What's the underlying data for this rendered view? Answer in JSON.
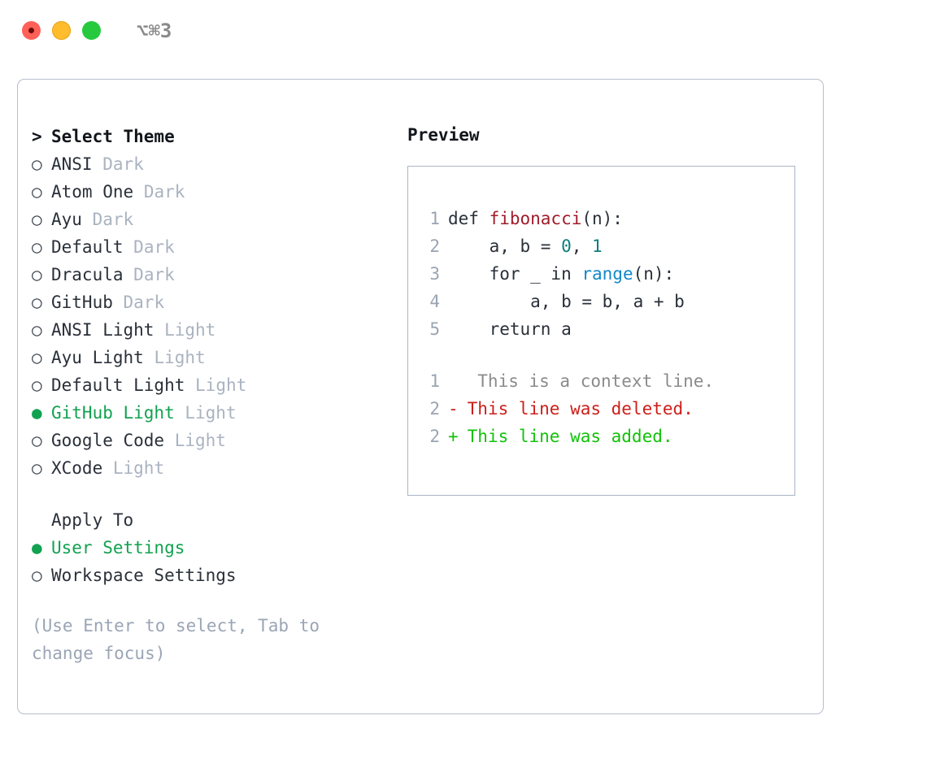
{
  "titlebar": {
    "shortcut": "⌥⌘3",
    "lights": [
      "close-red",
      "minimize-yellow",
      "maximize-green"
    ]
  },
  "theme_list": {
    "header_marker": ">",
    "header_label": "Select Theme",
    "unselected_marker": "○",
    "selected_marker": "●",
    "items": [
      {
        "name": "ANSI",
        "variant": "Dark",
        "selected": false
      },
      {
        "name": "Atom One",
        "variant": "Dark",
        "selected": false
      },
      {
        "name": "Ayu",
        "variant": "Dark",
        "selected": false
      },
      {
        "name": "Default",
        "variant": "Dark",
        "selected": false
      },
      {
        "name": "Dracula",
        "variant": "Dark",
        "selected": false
      },
      {
        "name": "GitHub",
        "variant": "Dark",
        "selected": false
      },
      {
        "name": "ANSI Light",
        "variant": "Light",
        "selected": false
      },
      {
        "name": "Ayu Light",
        "variant": "Light",
        "selected": false
      },
      {
        "name": "Default Light",
        "variant": "Light",
        "selected": false
      },
      {
        "name": "GitHub Light",
        "variant": "Light",
        "selected": true
      },
      {
        "name": "Google Code",
        "variant": "Light",
        "selected": false
      },
      {
        "name": "XCode",
        "variant": "Light",
        "selected": false
      }
    ]
  },
  "apply_to": {
    "header_label": "Apply To",
    "items": [
      {
        "name": "User Settings",
        "selected": true
      },
      {
        "name": "Workspace Settings",
        "selected": false
      }
    ]
  },
  "hint": "(Use Enter to select, Tab to change focus)",
  "preview": {
    "title": "Preview",
    "code_lines": [
      {
        "no": "1",
        "tokens": [
          {
            "t": "def ",
            "c": "code-text"
          },
          {
            "t": "fibonacci",
            "c": "tok-fn"
          },
          {
            "t": "(n):",
            "c": "code-text"
          }
        ]
      },
      {
        "no": "2",
        "tokens": [
          {
            "t": "    a, b = ",
            "c": "code-text"
          },
          {
            "t": "0",
            "c": "tok-num"
          },
          {
            "t": ", ",
            "c": "code-text"
          },
          {
            "t": "1",
            "c": "tok-num"
          }
        ]
      },
      {
        "no": "3",
        "tokens": [
          {
            "t": "    for _ in ",
            "c": "code-text"
          },
          {
            "t": "range",
            "c": "tok-builtin"
          },
          {
            "t": "(n):",
            "c": "code-text"
          }
        ]
      },
      {
        "no": "4",
        "tokens": [
          {
            "t": "        a, b = b, a + b",
            "c": "code-text"
          }
        ]
      },
      {
        "no": "5",
        "tokens": [
          {
            "t": "    return a",
            "c": "code-text"
          }
        ]
      }
    ],
    "diff_lines": [
      {
        "no": "1",
        "sign": " ",
        "text": "  This is a context line.",
        "kind": "diff-ctx"
      },
      {
        "no": "2",
        "sign": "-",
        "text": " This line was deleted.",
        "kind": "diff-del"
      },
      {
        "no": "2",
        "sign": "+",
        "text": " This line was added.",
        "kind": "diff-add"
      }
    ]
  },
  "colors": {
    "accent_green": "#12a150",
    "diff_add": "#13c20a",
    "diff_del": "#cc1f1a",
    "function": "#a01c2b",
    "number": "#0e7c7b",
    "builtin": "#1188c9",
    "muted": "#aab3c0",
    "border": "#b6bfcc"
  }
}
